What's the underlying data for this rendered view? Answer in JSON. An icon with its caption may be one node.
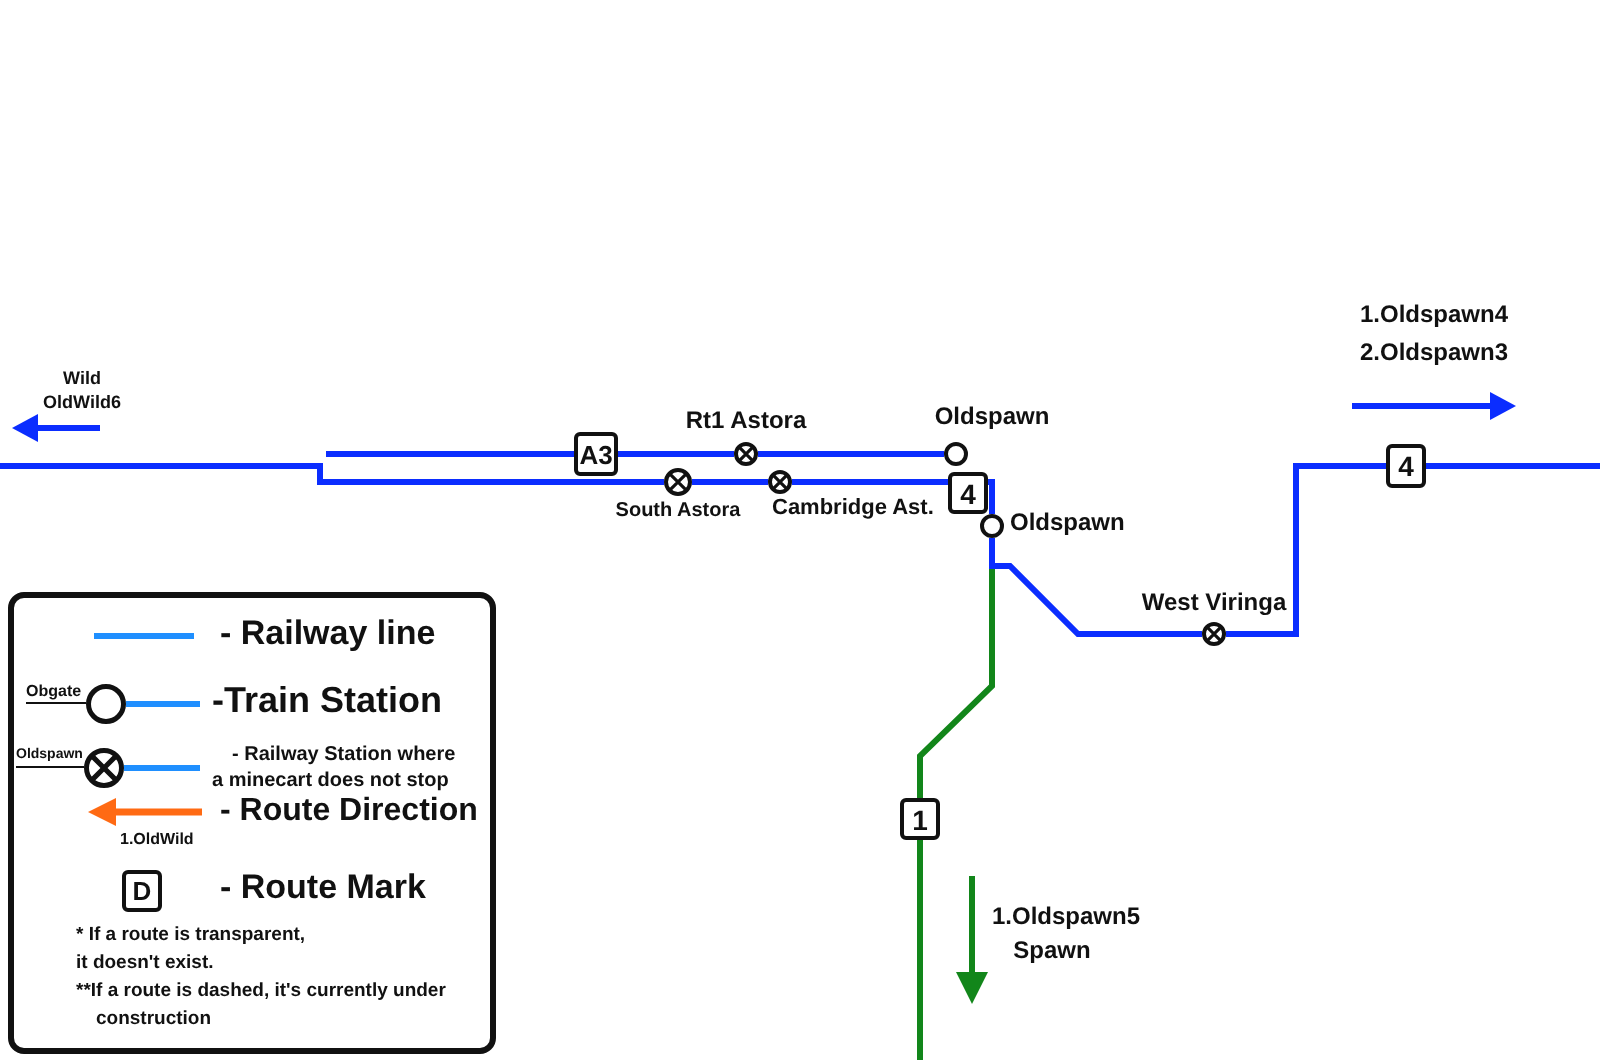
{
  "diagram": {
    "nodes": [
      {
        "text": [
          "A3"
        ]
      },
      {
        "text": [
          "Rt1 Astora"
        ]
      },
      {
        "text": [
          "South Astora"
        ]
      },
      {
        "text": [
          "Cambridge Ast."
        ]
      },
      {
        "text": [
          "Oldspawn"
        ]
      },
      {
        "text": [
          "4"
        ]
      },
      {
        "text": [
          "Oldspawn"
        ]
      },
      {
        "text": [
          "West Viringa"
        ]
      },
      {
        "text": [
          "4"
        ]
      },
      {
        "text": [
          "1"
        ]
      },
      {
        "text": [
          "D"
        ]
      }
    ],
    "edges": [
      {
        "from": null,
        "to": 0,
        "arrow": "none"
      },
      {
        "from": 0,
        "to": 1,
        "arrow": "none"
      },
      {
        "from": 1,
        "to": 4,
        "arrow": "none"
      },
      {
        "from": null,
        "to": 2,
        "arrow": "none"
      },
      {
        "from": 2,
        "to": 3,
        "arrow": "none"
      },
      {
        "from": 3,
        "to": 5,
        "arrow": "none"
      },
      {
        "from": 5,
        "to": 6,
        "arrow": "none"
      },
      {
        "from": 6,
        "to": 7,
        "arrow": "none"
      },
      {
        "from": 7,
        "to": 8,
        "arrow": "none"
      },
      {
        "from": 8,
        "to": null,
        "arrow": "none"
      },
      {
        "from": 6,
        "to": 9,
        "arrow": "none",
        "color": "#12861a"
      },
      {
        "from": 9,
        "to": null,
        "arrow": "none",
        "color": "#12861a"
      }
    ],
    "labels": [
      "1.Oldspawn4",
      "2.Oldspawn3",
      "Wild",
      "OldWild6",
      "1.Oldspawn5",
      "Spawn",
      "Obgate",
      "Oldspawn",
      "1.OldWild",
      "* If a route is transparent, it doesn't exist.",
      "**If a route is dashed, it's currently under construction"
    ],
    "legend": [
      {
        "text": "- Railway line"
      },
      {
        "text": "-Train Station"
      },
      {
        "text": "- Railway Station where a minecart does not stop"
      },
      {
        "text": "- Route Direction"
      },
      {
        "text": "- Route Mark"
      }
    ]
  }
}
